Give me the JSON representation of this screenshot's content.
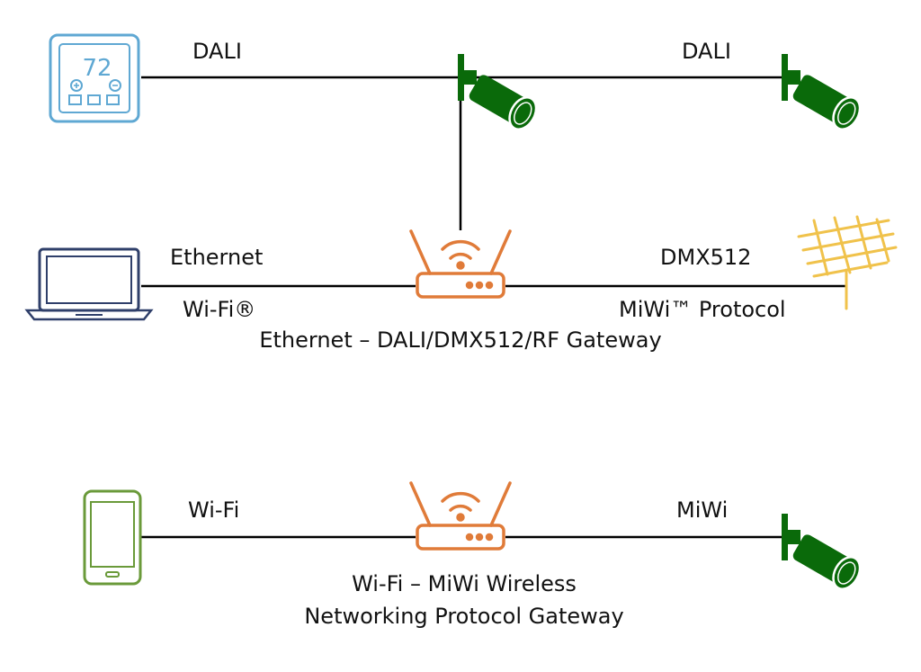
{
  "colors": {
    "line": "#000000",
    "thermostat": "#5fa8d3",
    "light": "#0a6a0a",
    "router": "#e07b39",
    "laptop": "#2f3f6a",
    "antenna": "#f0c24b",
    "phone": "#6a9a3a"
  },
  "icons": {
    "thermostat": "thermostat-icon",
    "light": "spotlight-icon",
    "router": "wireless-router-icon",
    "laptop": "laptop-icon",
    "antenna": "antenna-icon",
    "phone": "smartphone-icon"
  },
  "thermostat": {
    "display": "72",
    "plus": "+",
    "minus": "−"
  },
  "labels": {
    "dali_left": "DALI",
    "dali_right": "DALI",
    "ethernet": "Ethernet",
    "wifi_reg": "Wi-Fi®",
    "dmx512": "DMX512",
    "miwi_protocol": "MiWi™ Protocol",
    "gateway1": "Ethernet – DALI/DMX512/RF Gateway",
    "wifi": "Wi-Fi",
    "miwi": "MiWi",
    "gateway2_line1": "Wi-Fi – MiWi Wireless",
    "gateway2_line2": "Networking Protocol Gateway"
  }
}
